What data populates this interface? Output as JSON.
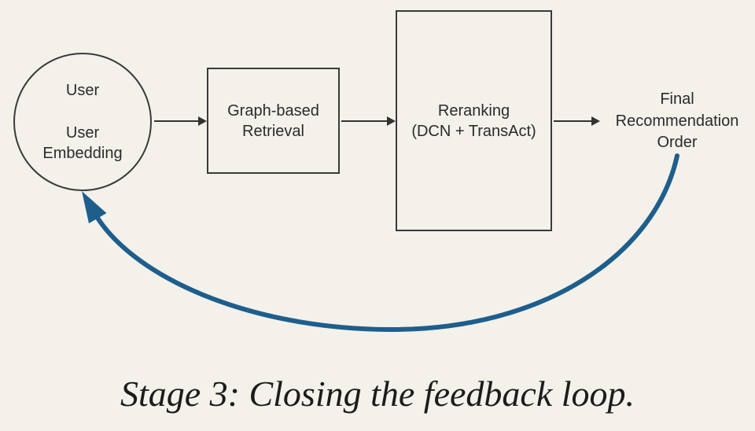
{
  "diagram": {
    "caption": "Stage 3: Closing the feedback loop.",
    "colors": {
      "background": "#f3f1ea",
      "line": "#333333",
      "feedback_arrow": "#1e5e8c",
      "text": "#2b2b2b"
    },
    "nodes": {
      "user_circle": {
        "lines": [
          "User",
          "User",
          "Embedding"
        ]
      },
      "retrieval_box": {
        "lines": [
          "Graph-based",
          "Retrieval"
        ]
      },
      "reranking_box": {
        "lines": [
          "Reranking",
          "(DCN + TransAct)"
        ]
      },
      "final_output": {
        "lines": [
          "Final",
          "Recommendation",
          "Order"
        ]
      }
    }
  }
}
